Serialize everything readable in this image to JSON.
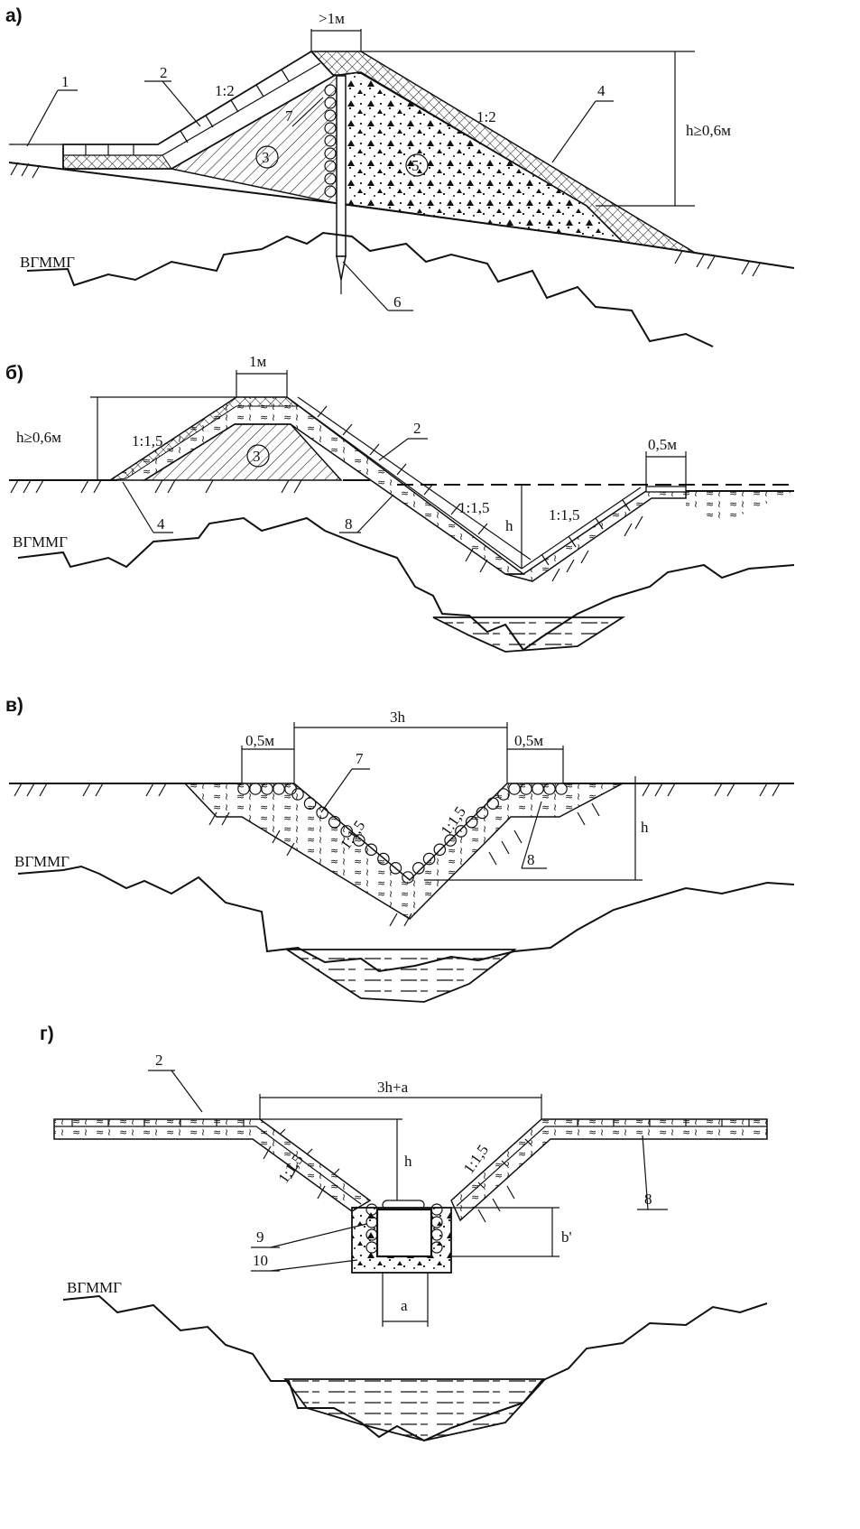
{
  "panels": {
    "a": {
      "label": "а)",
      "crest_width": ">1м",
      "height": "h≥0,6м",
      "slope_left": "1:2",
      "slope_right": "1:2",
      "callouts": [
        "1",
        "2",
        "7",
        "4",
        "6"
      ],
      "circles": [
        "3",
        "5"
      ],
      "permafrost": "ВГММГ"
    },
    "b": {
      "label": "б)",
      "crest_width": "1м",
      "height_left": "h≥0,6м",
      "height_right": "h",
      "berm_width": "0,5м",
      "slope_1": "1:1,5",
      "slope_2": "1:1,5",
      "slope_3": "1:1,5",
      "callouts": [
        "2",
        "4",
        "8"
      ],
      "circles": [
        "3"
      ],
      "permafrost": "ВГММГ"
    },
    "c": {
      "label": "в)",
      "top_width": "3h",
      "berm_left": "0,5м",
      "berm_right": "0,5м",
      "height": "h",
      "slope_left": "1:1,5",
      "slope_right": "1:1,5",
      "callouts": [
        "7",
        "8"
      ],
      "permafrost": "ВГММГ"
    },
    "d": {
      "label": "г)",
      "top_width": "3h+a",
      "height": "h",
      "height_b": "b'",
      "width_a": "a",
      "slope_left": "1:1,5",
      "slope_right": "1:1,5",
      "callouts": [
        "2",
        "8",
        "9",
        "10"
      ],
      "permafrost": "ВГММГ"
    }
  }
}
